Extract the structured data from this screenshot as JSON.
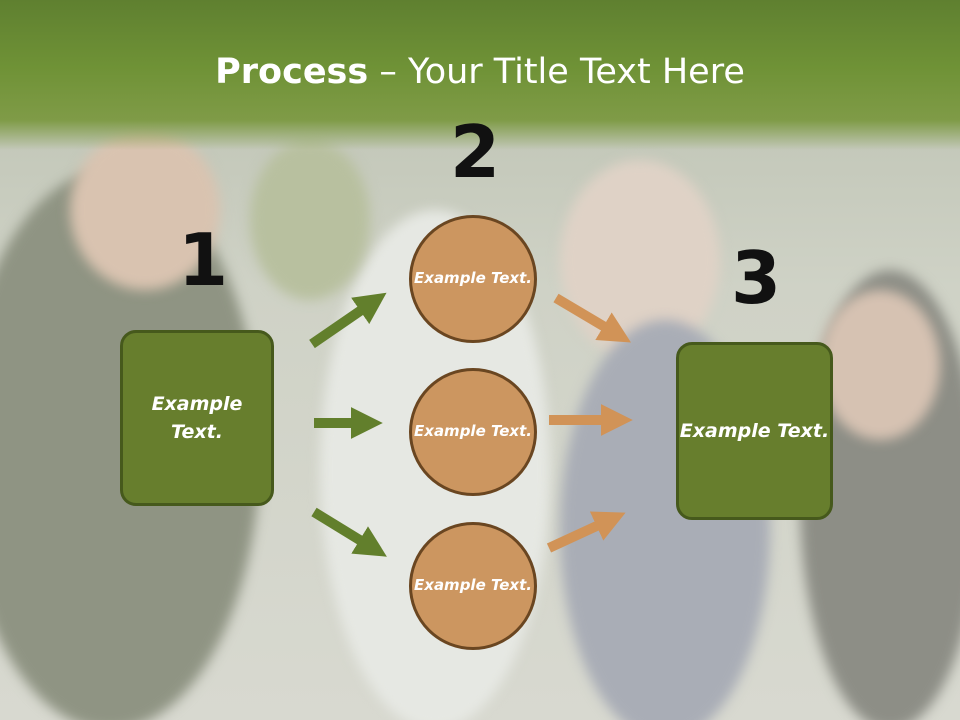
{
  "title": {
    "bold": "Process",
    "rest": " – Your Title Text Here"
  },
  "steps": [
    {
      "number": "1",
      "label": "Example Text."
    },
    {
      "number": "2",
      "items": [
        "Example Text.",
        "Example Text.",
        "Example Text."
      ]
    },
    {
      "number": "3",
      "label": "Example Text."
    }
  ],
  "colors": {
    "header": "#6f9236",
    "box_fill": "#677e2d",
    "circle_fill": "#cc9660",
    "green_arrow": "#627f2c",
    "orange_arrow": "#d19357"
  }
}
